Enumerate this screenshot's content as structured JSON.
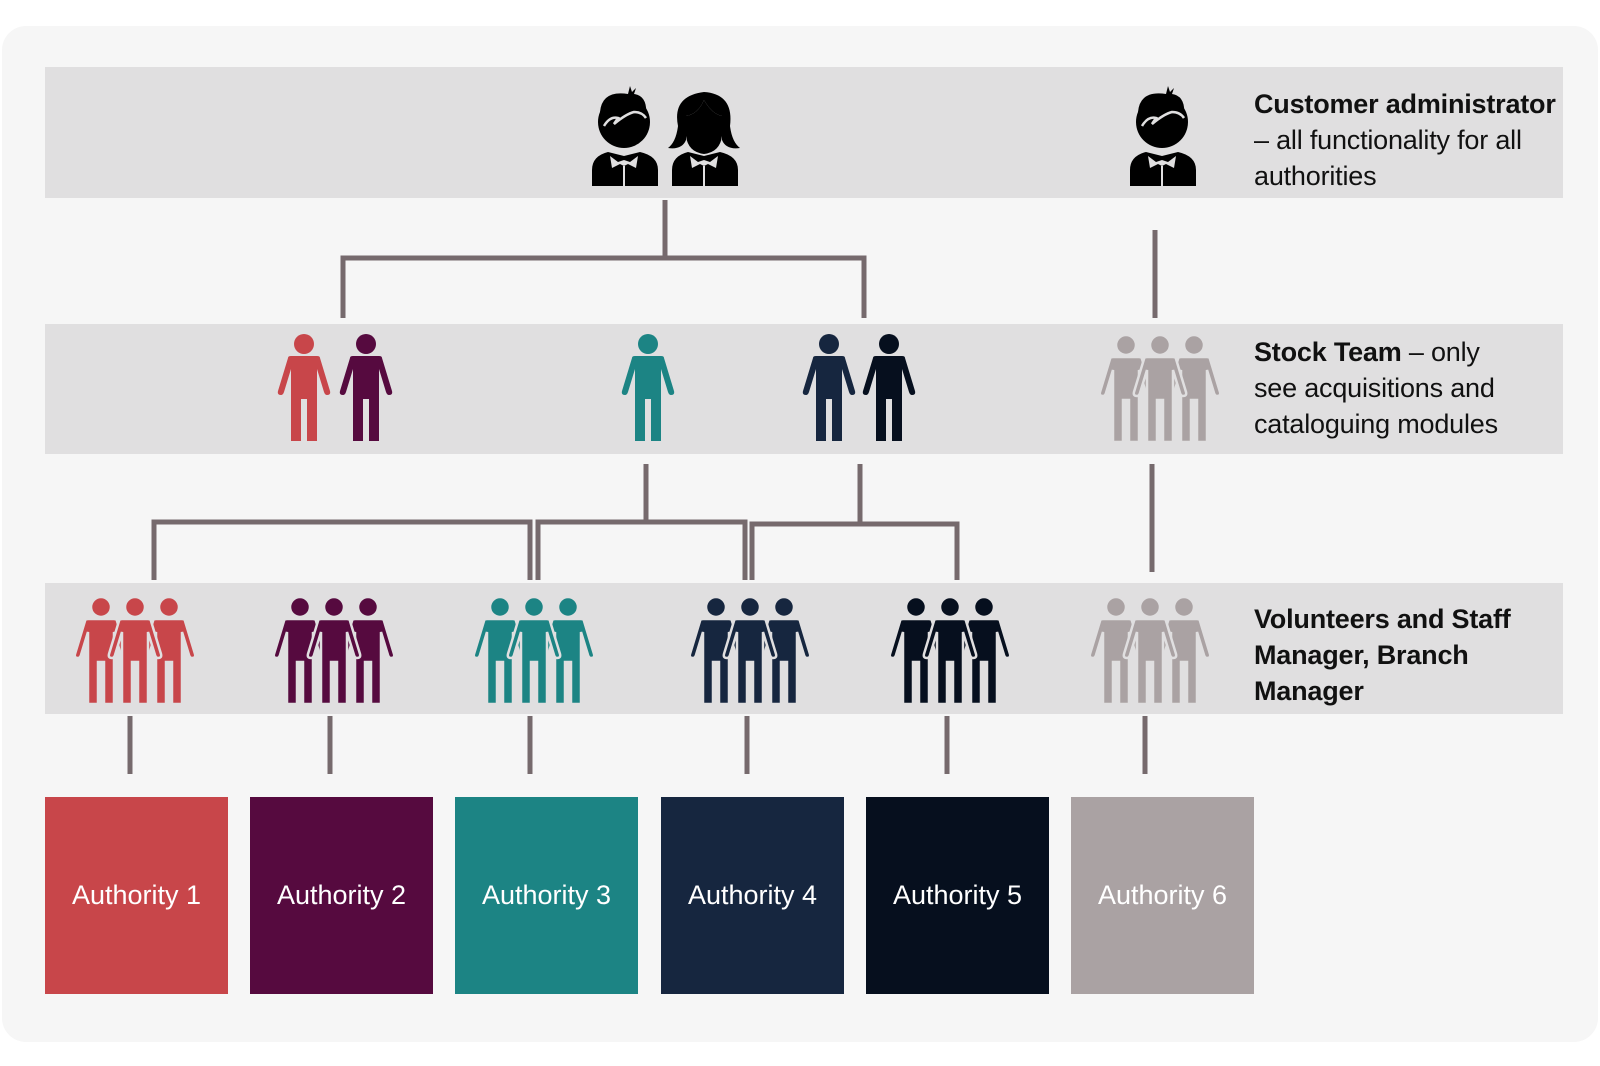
{
  "diagram": {
    "title": "User roles hierarchy",
    "tiers": {
      "admin": {
        "title": "Customer administrator",
        "description_lines": [
          "– all functionality for all",
          "authorities"
        ],
        "icons": [
          "person-male-admin-icon",
          "person-female-admin-icon",
          "person-male-admin-icon"
        ]
      },
      "stock": {
        "title": "Stock Team",
        "title_suffix": " – only",
        "description_lines": [
          "see acquisitions and",
          "cataloguing modules"
        ]
      },
      "staff": {
        "title_lines": [
          "Volunteers and Staff",
          "Manager, Branch",
          "Manager"
        ]
      }
    },
    "stock_groups": [
      {
        "figures": 2,
        "colors": [
          "#c8464a",
          "#560a3f"
        ]
      },
      {
        "figures": 1,
        "colors": [
          "#1c8484"
        ]
      },
      {
        "figures": 2,
        "colors": [
          "#16263f",
          "#060f1e"
        ]
      },
      {
        "figures": 3,
        "colors": [
          "#aaa2a3",
          "#aaa2a3",
          "#aaa2a3"
        ]
      }
    ],
    "staff_groups": [
      {
        "color": "#c8464a"
      },
      {
        "color": "#560a3f"
      },
      {
        "color": "#1c8484"
      },
      {
        "color": "#16263f"
      },
      {
        "color": "#060f1e"
      },
      {
        "color": "#aaa2a3"
      }
    ],
    "authorities": [
      {
        "label": "Authority 1",
        "color": "#c8464a"
      },
      {
        "label": "Authority 2",
        "color": "#560a3f"
      },
      {
        "label": "Authority 3",
        "color": "#1c8484"
      },
      {
        "label": "Authority 4",
        "color": "#16263f"
      },
      {
        "label": "Authority 5",
        "color": "#060f1e"
      },
      {
        "label": "Authority 6",
        "color": "#aaa2a3"
      }
    ],
    "connector_color": "#766a6d"
  }
}
